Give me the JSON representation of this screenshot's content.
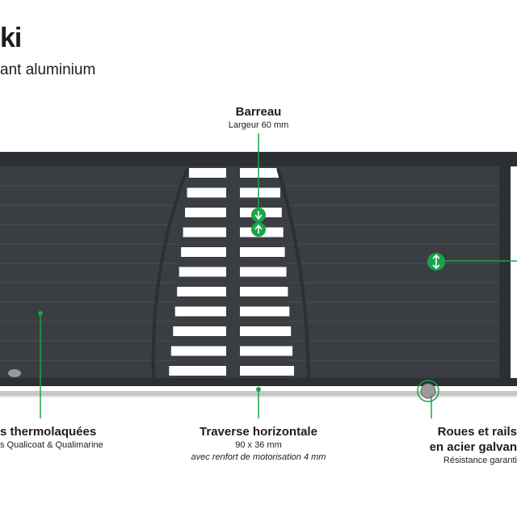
{
  "header": {
    "title": "ki",
    "subtitle": "ant aluminium"
  },
  "callouts": {
    "barreau": {
      "title": "Barreau",
      "detail": "Largeur 60 mm"
    },
    "thermolaquees": {
      "title": "s thermolaquées",
      "detail": "s Qualicoat & Qualimarine"
    },
    "traverse": {
      "title": "Traverse horizontale",
      "detail": "90 x 36 mm",
      "note": "avec renfort de motorisation 4 mm"
    },
    "roues": {
      "title_line1": "Roues et rails",
      "title_line2": "en acier galvan",
      "detail": "Résistance garanti"
    }
  },
  "colors": {
    "gate": "#3a3d42",
    "gate_dark": "#2c2f33",
    "slat_line": "#4a4e54",
    "accent": "#1aa34a",
    "rail": "#c8c8c8",
    "text": "#1d1d1b"
  }
}
